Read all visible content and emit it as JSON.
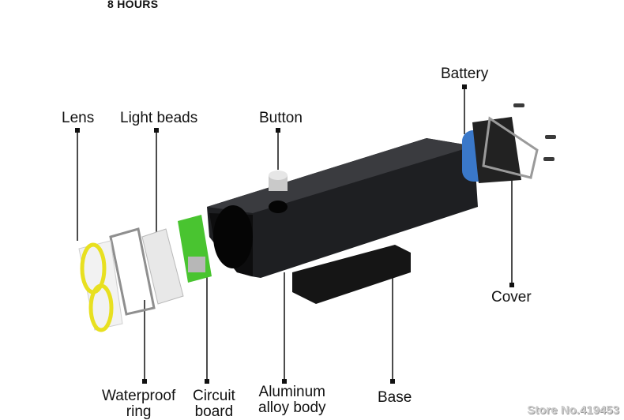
{
  "header": {
    "caption": "8 HOURS"
  },
  "labels": {
    "lens": "Lens",
    "light_beads": "Light beads",
    "button": "Button",
    "battery": "Battery",
    "cover": "Cover",
    "waterproof_ring_1": "Waterproof",
    "waterproof_ring_2": "ring",
    "circuit_board_1": "Circuit",
    "circuit_board_2": "board",
    "aluminum_1": "Aluminum",
    "aluminum_2": "alloy body",
    "base": "Base"
  },
  "watermark": "Store No.419453",
  "colors": {
    "body": "#1b1c1e",
    "battery": "#3a78c9",
    "lens_rim": "#e8e020",
    "board": "#49c430",
    "leader": "#111111"
  }
}
